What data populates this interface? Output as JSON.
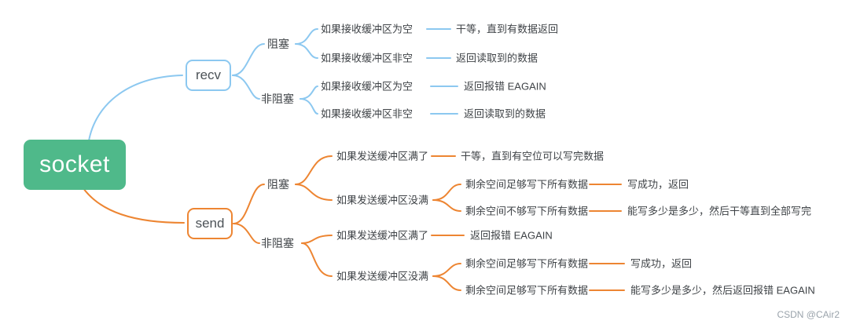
{
  "root_label": "socket",
  "recv": {
    "label": "recv",
    "blocking": {
      "label": "阻塞",
      "rows": [
        {
          "cond": "如果接收缓冲区为空",
          "result": "干等，直到有数据返回"
        },
        {
          "cond": "如果接收缓冲区非空",
          "result": "返回读取到的数据"
        }
      ]
    },
    "nonblocking": {
      "label": "非阻塞",
      "rows": [
        {
          "cond": "如果接收缓冲区为空",
          "result": "返回报错 EAGAIN"
        },
        {
          "cond": "如果接收缓冲区非空",
          "result": "返回读取到的数据"
        }
      ]
    }
  },
  "send": {
    "label": "send",
    "blocking": {
      "label": "阻塞",
      "full": {
        "cond": "如果发送缓冲区满了",
        "result": "干等，直到有空位可以写完数据"
      },
      "notfull": {
        "cond": "如果发送缓冲区没满",
        "rows": [
          {
            "cond": "剩余空间足够写下所有数据",
            "result": "写成功，返回"
          },
          {
            "cond": "剩余空间不够写下所有数据",
            "result": "能写多少是多少，然后干等直到全部写完"
          }
        ]
      }
    },
    "nonblocking": {
      "label": "非阻塞",
      "full": {
        "cond": "如果发送缓冲区满了",
        "result": "返回报错 EAGAIN"
      },
      "notfull": {
        "cond": "如果发送缓冲区没满",
        "rows": [
          {
            "cond": "剩余空间足够写下所有数据",
            "result": "写成功，返回"
          },
          {
            "cond": "剩余空间足够写下所有数据",
            "result": "能写多少是多少，然后返回报错 EAGAIN"
          }
        ]
      }
    }
  },
  "watermark": "CSDN @CAir2",
  "colors": {
    "root_bg": "#4FB98A",
    "recv_accent": "#8CC8F0",
    "send_accent": "#ED8532",
    "text": "#3F4347",
    "watermark": "#9AA3AB"
  }
}
